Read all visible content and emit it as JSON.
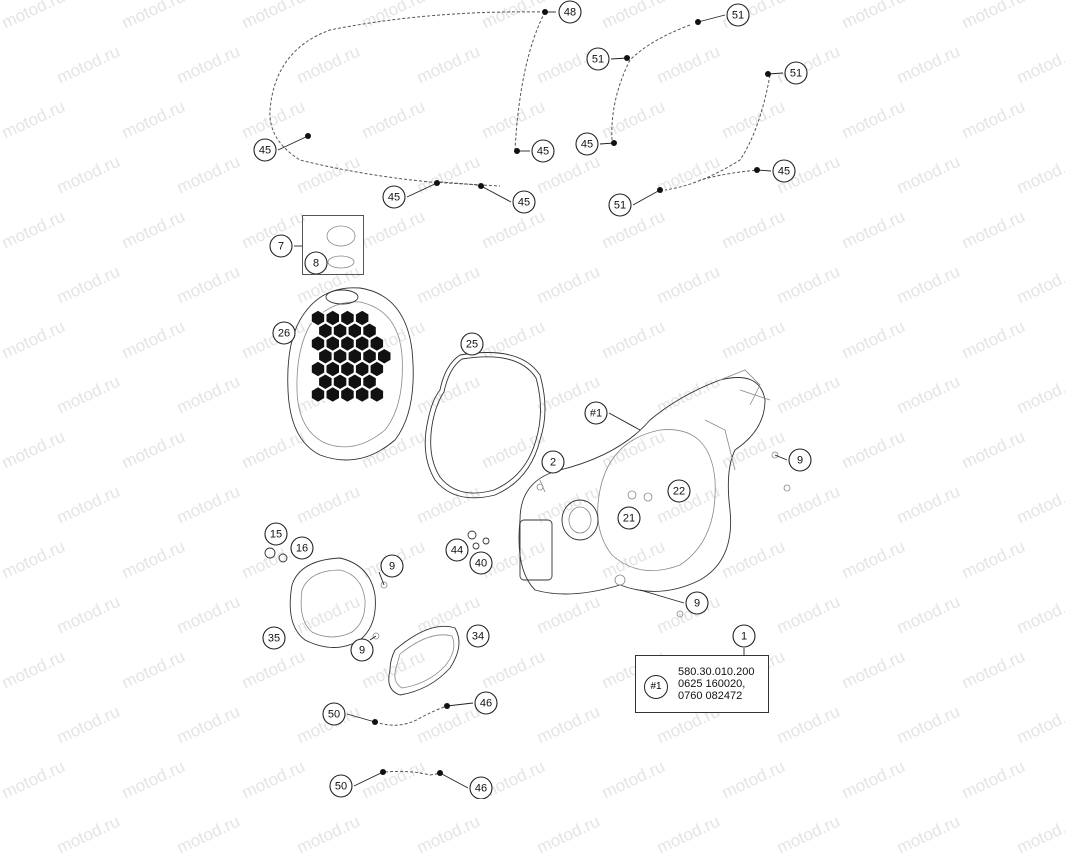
{
  "watermark": "motod.ru",
  "colors": {
    "ink": "#222222",
    "watermark": "#e4e4e4",
    "background": "#ffffff"
  },
  "callouts": [
    {
      "id": "c48",
      "label": "48"
    },
    {
      "id": "c51a",
      "label": "51"
    },
    {
      "id": "c51b",
      "label": "51"
    },
    {
      "id": "c51c",
      "label": "51"
    },
    {
      "id": "c51d",
      "label": "51"
    },
    {
      "id": "c45a",
      "label": "45"
    },
    {
      "id": "c45b",
      "label": "45"
    },
    {
      "id": "c45c",
      "label": "45"
    },
    {
      "id": "c45d",
      "label": "45"
    },
    {
      "id": "c45e",
      "label": "45"
    },
    {
      "id": "c45f",
      "label": "45"
    },
    {
      "id": "c7",
      "label": "7"
    },
    {
      "id": "c8",
      "label": "8"
    },
    {
      "id": "c26",
      "label": "26"
    },
    {
      "id": "c25",
      "label": "25"
    },
    {
      "id": "c1ref",
      "label": "#1"
    },
    {
      "id": "c9a",
      "label": "9"
    },
    {
      "id": "c2",
      "label": "2"
    },
    {
      "id": "c22",
      "label": "22"
    },
    {
      "id": "c21",
      "label": "21"
    },
    {
      "id": "c15",
      "label": "15"
    },
    {
      "id": "c16",
      "label": "16"
    },
    {
      "id": "c9b",
      "label": "9"
    },
    {
      "id": "c44",
      "label": "44"
    },
    {
      "id": "c40",
      "label": "40"
    },
    {
      "id": "c9c",
      "label": "9"
    },
    {
      "id": "c35",
      "label": "35"
    },
    {
      "id": "c9d",
      "label": "9"
    },
    {
      "id": "c34",
      "label": "34"
    },
    {
      "id": "c1",
      "label": "1"
    },
    {
      "id": "c46a",
      "label": "46"
    },
    {
      "id": "c50a",
      "label": "50"
    },
    {
      "id": "c50b",
      "label": "50"
    },
    {
      "id": "c46b",
      "label": "46"
    }
  ],
  "part_box": {
    "ref": "#1",
    "numbers": "580.30.010.200\n0625 160020,\n0760 082472"
  }
}
